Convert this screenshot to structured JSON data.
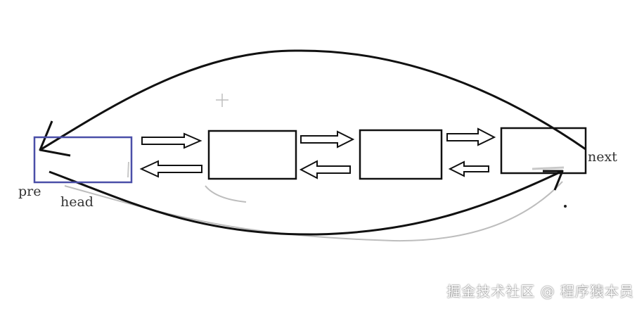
{
  "labels": {
    "pre": "pre",
    "head": "head",
    "next": "next"
  },
  "watermark": "掘金技术社区 @ 程序猿本员",
  "nodes": [
    {
      "name": "head-node",
      "highlighted": true
    },
    {
      "name": "node-2",
      "highlighted": false
    },
    {
      "name": "node-3",
      "highlighted": false
    },
    {
      "name": "tail-node",
      "highlighted": false
    }
  ],
  "colors": {
    "stroke": "#111111",
    "highlight_box": "#4a4fa8",
    "faint_stroke": "#bbbbbb",
    "text": "#333333"
  }
}
